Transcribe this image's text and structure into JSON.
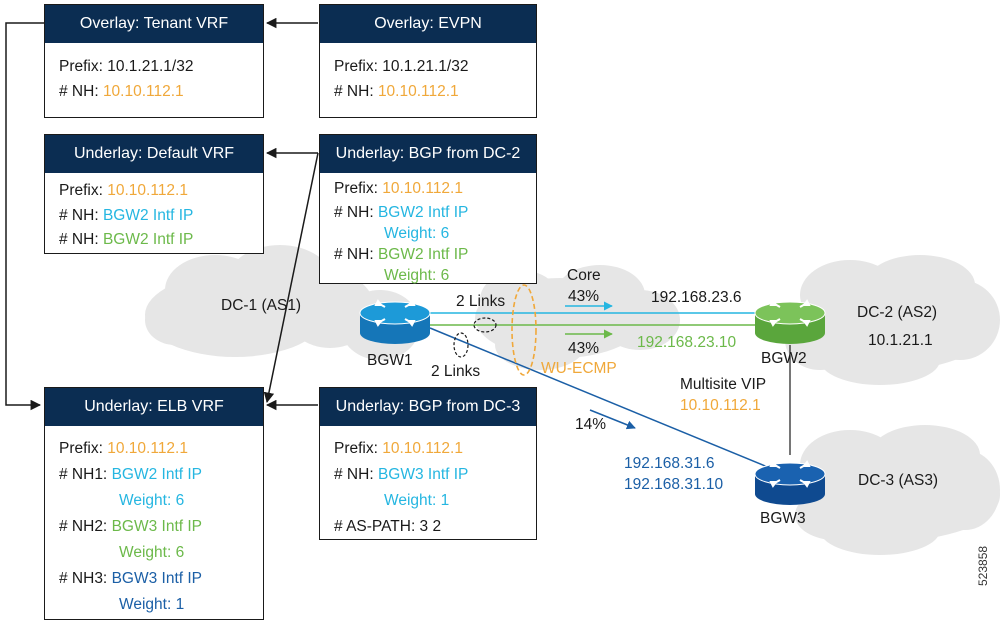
{
  "boxes": {
    "tenant_vrf": {
      "title": "Overlay: Tenant VRF",
      "prefix_label": "Prefix:",
      "prefix_value": "10.1.21.1/32",
      "nh_label": "# NH:",
      "nh_value": "10.10.112.1"
    },
    "evpn": {
      "title": "Overlay: EVPN",
      "prefix_label": "Prefix:",
      "prefix_value": "10.1.21.1/32",
      "nh_label": "# NH:",
      "nh_value": "10.10.112.1"
    },
    "default_vrf": {
      "title": "Underlay: Default VRF",
      "prefix_label": "Prefix:",
      "prefix_value": "10.10.112.1",
      "nh1_label": "# NH:",
      "nh1_value": "BGW2 Intf IP",
      "nh2_label": "# NH:",
      "nh2_value": "BGW2 Intf IP"
    },
    "bgp_dc2": {
      "title": "Underlay: BGP from DC-2",
      "prefix_label": "Prefix:",
      "prefix_value": "10.10.112.1",
      "nh1_label": "# NH:",
      "nh1_value": "BGW2 Intf IP",
      "nh1_weight": "Weight: 6",
      "nh2_label": "# NH:",
      "nh2_value": "BGW2 Intf IP",
      "nh2_weight": "Weight: 6"
    },
    "elb_vrf": {
      "title": "Underlay: ELB VRF",
      "prefix_label": "Prefix:",
      "prefix_value": "10.10.112.1",
      "nh1_label": "# NH1:",
      "nh1_value": "BGW2 Intf IP",
      "nh1_weight": "Weight: 6",
      "nh2_label": "# NH2:",
      "nh2_value": "BGW3 Intf IP",
      "nh2_weight": "Weight: 6",
      "nh3_label": "# NH3:",
      "nh3_value": "BGW3 Intf IP",
      "nh3_weight": "Weight: 1"
    },
    "bgp_dc3": {
      "title": "Underlay: BGP from DC-3",
      "prefix_label": "Prefix:",
      "prefix_value": "10.10.112.1",
      "nh_label": "# NH:",
      "nh_value": "BGW3 Intf IP",
      "nh_weight": "Weight: 1",
      "aspath": "# AS-PATH: 3 2"
    }
  },
  "network": {
    "dc1_label": "DC-1 (AS1)",
    "dc2_label": "DC-2 (AS2)",
    "dc2_prefix": "10.1.21.1",
    "dc3_label": "DC-3 (AS3)",
    "bgw1": "BGW1",
    "bgw2": "BGW2",
    "bgw3": "BGW3",
    "links_top": "2 Links",
    "links_bottom": "2 Links",
    "core": "Core",
    "pct_top": "43%",
    "pct_mid": "43%",
    "pct_low": "14%",
    "ip_23_6": "192.168.23.6",
    "ip_23_10": "192.168.23.10",
    "ip_31_6": "192.168.31.6",
    "ip_31_10": "192.168.31.10",
    "wu_ecmp": "WU-ECMP",
    "multisite_vip": "Multisite VIP",
    "vip_value": "10.10.112.1"
  },
  "figure_id": "523858",
  "colors": {
    "header_navy": "#0b2d52",
    "orange": "#f0a83a",
    "cyan": "#25b6e1",
    "green": "#6cb94a",
    "blue": "#1b5fa6",
    "cloud": "#e6e6e6"
  }
}
